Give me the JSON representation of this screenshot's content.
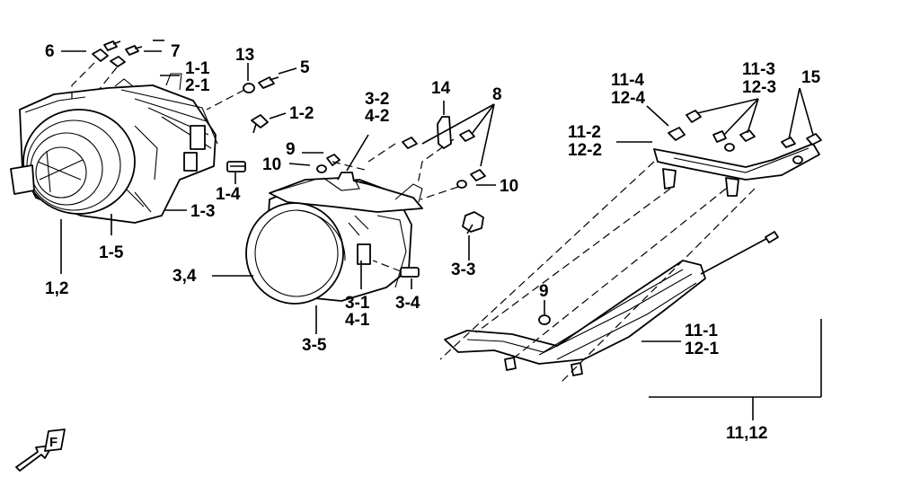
{
  "callouts": {
    "c6": "6",
    "c7": "7",
    "c13": "13",
    "c5": "5",
    "c1_1": "1-1",
    "c2_1": "2-1",
    "c1_2": "1-2",
    "c9a": "9",
    "c10a": "10",
    "c1_4": "1-4",
    "c1_3": "1-3",
    "c1_5": "1-5",
    "c12": "1,2",
    "c3_2": "3-2",
    "c4_2": "4-2",
    "c14": "14",
    "c8": "8",
    "c10b": "10",
    "c3_3": "3-3",
    "c34": "3,4",
    "c3_1": "3-1",
    "c4_1": "4-1",
    "c3_4": "3-4",
    "c3_5": "3-5",
    "c11_4": "11-4",
    "c12_4": "12-4",
    "c11_3": "11-3",
    "c12_3": "12-3",
    "c15": "15",
    "c11_2": "11-2",
    "c12_2": "12-2",
    "c9b": "9",
    "c11_1": "11-1",
    "c12_1": "12-1",
    "c1112": "11,12"
  },
  "front_marker": "F"
}
